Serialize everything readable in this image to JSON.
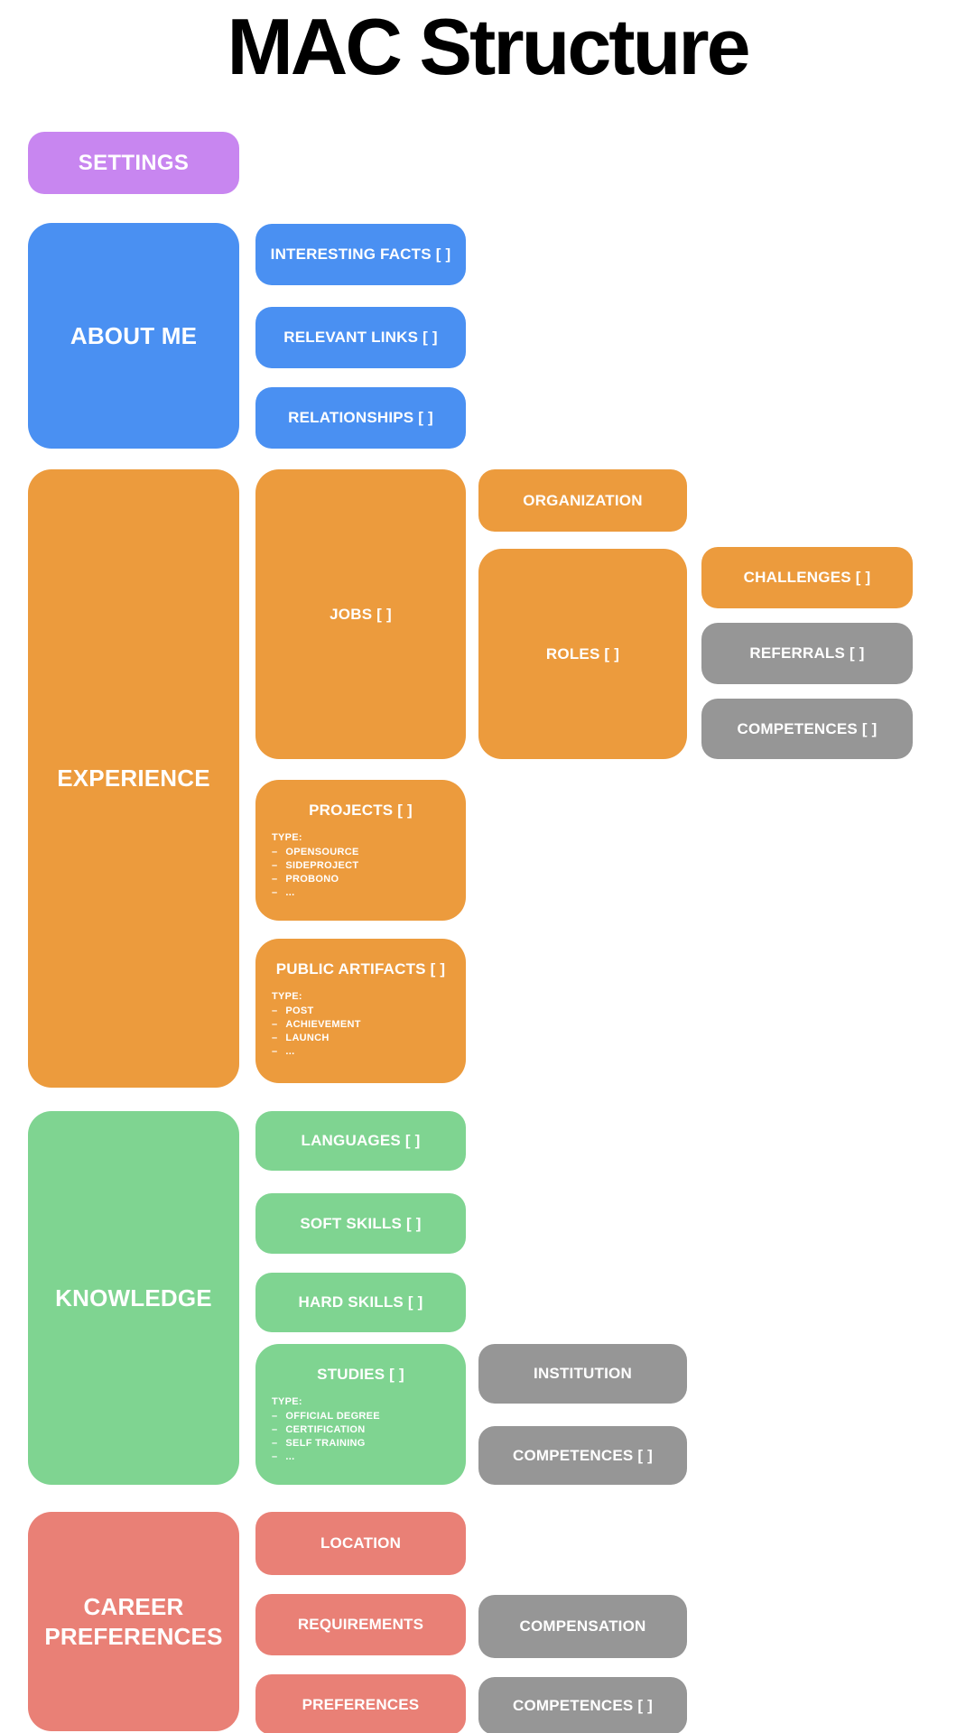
{
  "title": "MAC Structure",
  "palette": {
    "purple": "#c886f0",
    "blue": "#4a90f2",
    "orange": "#ec9b3d",
    "green": "#7fd491",
    "red": "#e98076",
    "gray": "#969696"
  },
  "settings": {
    "label": "SETTINGS"
  },
  "about_me": {
    "label": "ABOUT ME",
    "children": [
      {
        "label": "INTERESTING FACTS [ ]"
      },
      {
        "label": "RELEVANT LINKS [ ]"
      },
      {
        "label": "RELATIONSHIPS [ ]"
      }
    ]
  },
  "experience": {
    "label": "EXPERIENCE",
    "jobs": {
      "label": "JOBS [ ]"
    },
    "organization": {
      "label": "ORGANIZATION"
    },
    "roles": {
      "label": "ROLES [ ]"
    },
    "challenges": {
      "label": "CHALLENGES [ ]"
    },
    "referrals": {
      "label": "REFERRALS [ ]"
    },
    "competences": {
      "label": "COMPETENCES [ ]"
    },
    "projects": {
      "label": "PROJECTS [ ]",
      "type_label": "TYPE:",
      "types": [
        "OPENSOURCE",
        "SIDEPROJECT",
        "PROBONO",
        "..."
      ]
    },
    "public_artifacts": {
      "label": "PUBLIC ARTIFACTS [ ]",
      "type_label": "TYPE:",
      "types": [
        "POST",
        "ACHIEVEMENT",
        "LAUNCH",
        "..."
      ]
    }
  },
  "knowledge": {
    "label": "KNOWLEDGE",
    "languages": {
      "label": "LANGUAGES [ ]"
    },
    "soft_skills": {
      "label": "SOFT SKILLS [ ]"
    },
    "hard_skills": {
      "label": "HARD SKILLS [ ]"
    },
    "studies": {
      "label": "STUDIES [ ]",
      "type_label": "TYPE:",
      "types": [
        "OFFICIAL DEGREE",
        "CERTIFICATION",
        "SELF TRAINING",
        "..."
      ]
    },
    "institution": {
      "label": "INSTITUTION"
    },
    "competences": {
      "label": "COMPETENCES [ ]"
    }
  },
  "career_preferences": {
    "label": "CAREER PREFERENCES",
    "location": {
      "label": "LOCATION"
    },
    "requirements": {
      "label": "REQUIREMENTS"
    },
    "preferences": {
      "label": "PREFERENCES"
    },
    "compensation": {
      "label": "COMPENSATION"
    },
    "competences": {
      "label": "COMPETENCES [ ]"
    }
  }
}
